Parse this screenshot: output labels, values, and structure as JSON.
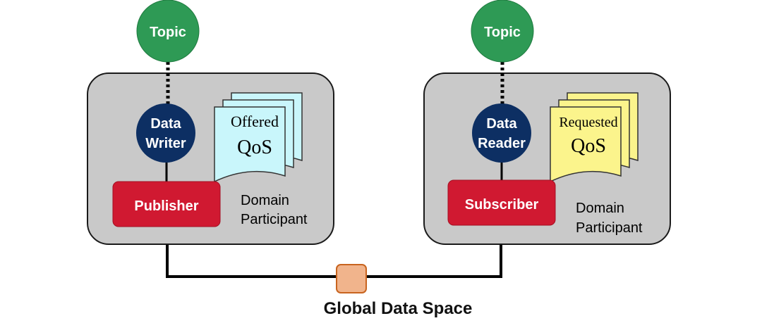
{
  "left": {
    "topic": "Topic",
    "entity_line1": "Data",
    "entity_line2": "Writer",
    "qos_line1": "Offered",
    "qos_line2": "QoS",
    "role": "Publisher",
    "participant_line1": "Domain",
    "participant_line2": "Participant"
  },
  "right": {
    "topic": "Topic",
    "entity_line1": "Data",
    "entity_line2": "Reader",
    "qos_line1": "Requested",
    "qos_line2": "QoS",
    "role": "Subscriber",
    "participant_line1": "Domain",
    "participant_line2": "Participant"
  },
  "global_data_space": "Global Data Space",
  "colors": {
    "topic_fill": "#2e9a55",
    "entity_fill": "#0d2f63",
    "role_fill": "#d01931",
    "participant_fill": "#c9c9c9",
    "offered_qos_fill": "#c9f6fb",
    "requested_qos_fill": "#fbf48c",
    "global_space_fill": "#f1b48c"
  }
}
